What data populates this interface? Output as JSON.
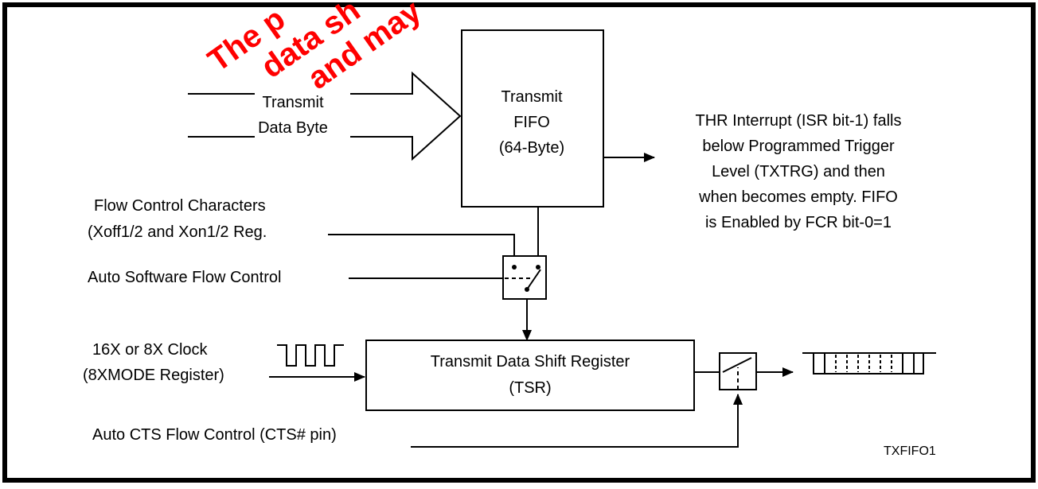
{
  "colors": {
    "watermark": "#ff0000",
    "line": "#000000",
    "background": "#ffffff"
  },
  "watermark": {
    "line1": "The p",
    "line2": "data sh",
    "line3": "and may"
  },
  "transmit_data": {
    "line1": "Transmit",
    "line2": "Data Byte"
  },
  "fifo": {
    "line1": "Transmit",
    "line2": "FIFO",
    "line3": "(64-Byte)"
  },
  "thr_note": {
    "line1": "THR Interrupt (ISR bit-1) falls",
    "line2": "below Programmed Trigger",
    "line3": "Level (TXTRG) and then",
    "line4": "when becomes empty. FIFO",
    "line5": "is Enabled by FCR bit-0=1"
  },
  "flow_chars": {
    "line1": "Flow Control Characters",
    "line2": "(Xoff1/2 and Xon1/2 Reg."
  },
  "auto_sw": {
    "label": "Auto Software Flow Control"
  },
  "clock": {
    "line1": "16X or 8X Clock",
    "line2": "(8XMODE Register)"
  },
  "tsr": {
    "line1": "Transmit Data Shift Register",
    "line2": "(TSR)"
  },
  "auto_cts": {
    "label": "Auto CTS Flow Control (CTS# pin)"
  },
  "figure_id": {
    "label": "TXFIFO1"
  }
}
